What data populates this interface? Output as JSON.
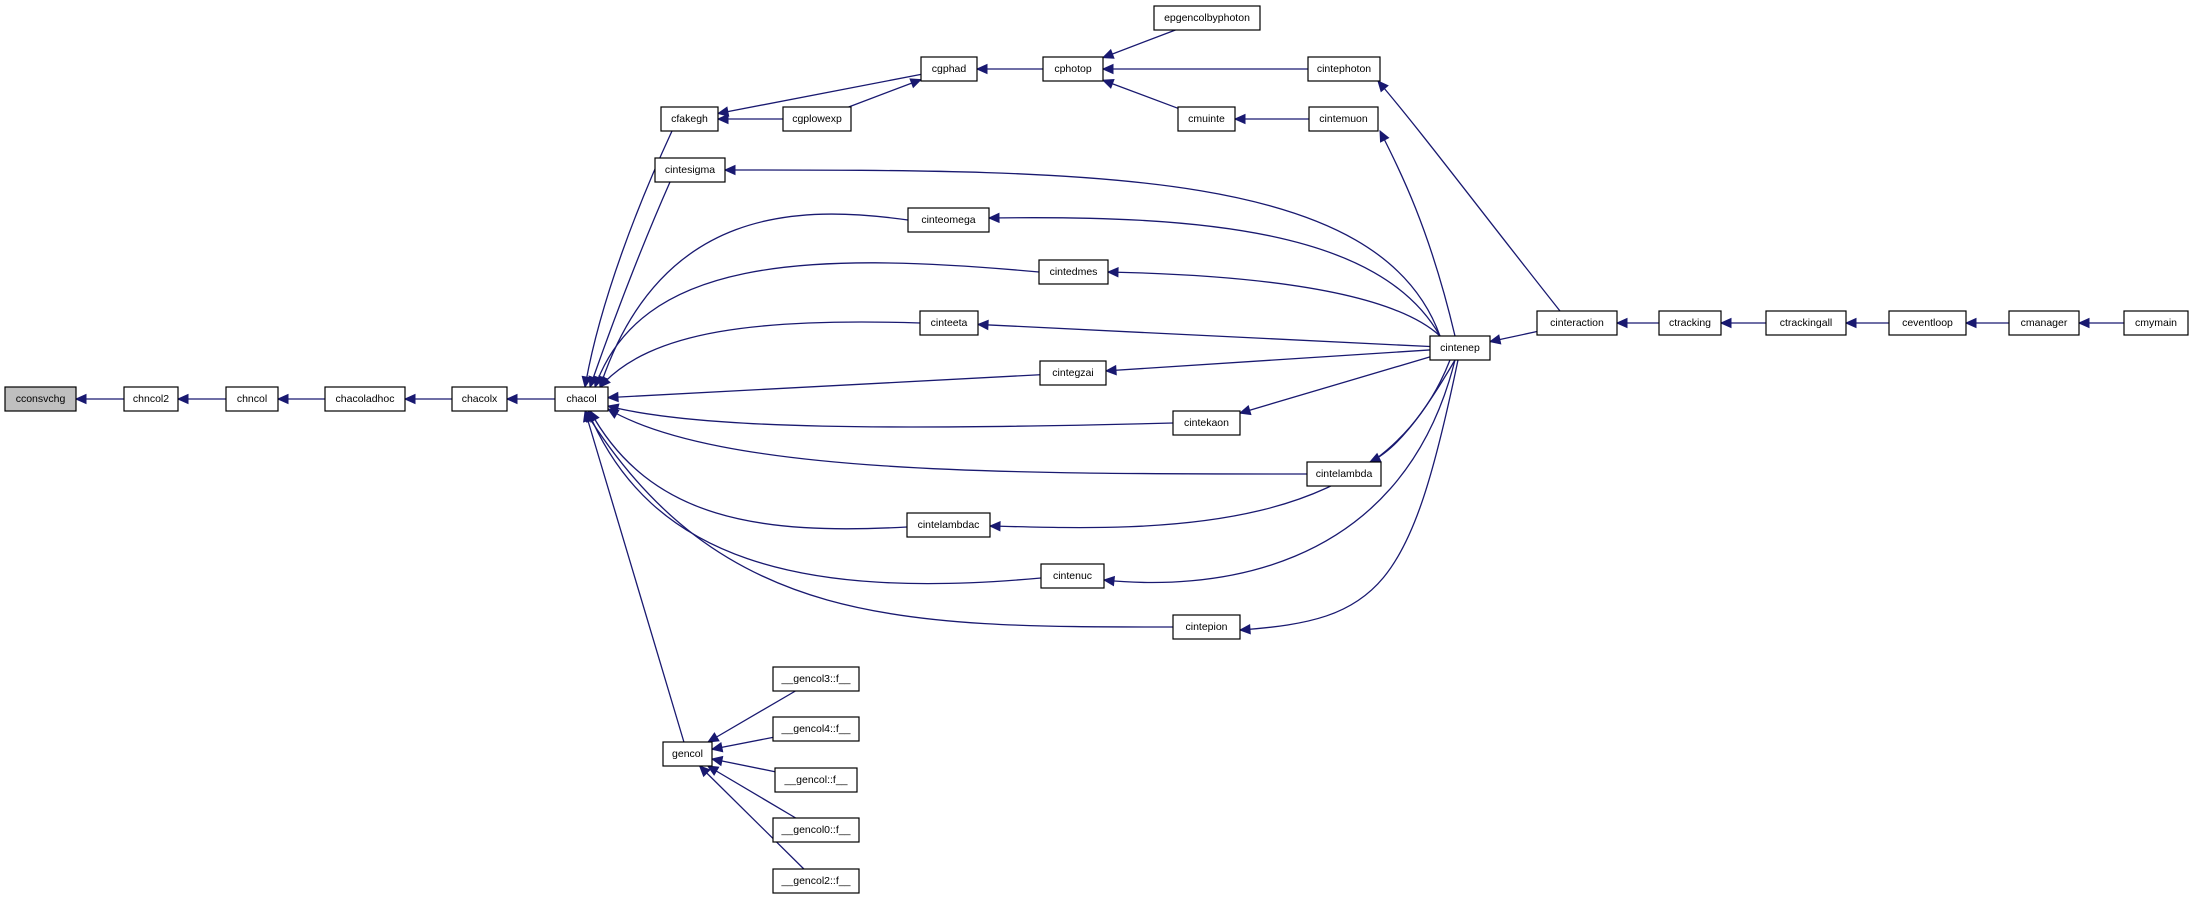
{
  "graph": {
    "colors": {
      "edge": "#191970",
      "root_fill": "#bfbfbf",
      "node_fill": "#ffffff",
      "node_border": "#000000"
    },
    "nodes": {
      "cconsvchg": {
        "label": "cconsvchg",
        "root": true
      },
      "chncol2": {
        "label": "chncol2"
      },
      "chncol": {
        "label": "chncol"
      },
      "chacoladhoc": {
        "label": "chacoladhoc"
      },
      "chacolx": {
        "label": "chacolx"
      },
      "chacol": {
        "label": "chacol"
      },
      "cfakegh": {
        "label": "cfakegh"
      },
      "cintesigma": {
        "label": "cintesigma"
      },
      "gencol": {
        "label": "gencol"
      },
      "cgphad": {
        "label": "cgphad"
      },
      "cgplowexp": {
        "label": "cgplowexp"
      },
      "cphotop": {
        "label": "cphotop"
      },
      "epgencolbyphoton": {
        "label": "epgencolbyphoton"
      },
      "cintephoton": {
        "label": "cintephoton"
      },
      "cmuinte": {
        "label": "cmuinte"
      },
      "cintemuon": {
        "label": "cintemuon"
      },
      "cinteomega": {
        "label": "cinteomega"
      },
      "cintedmes": {
        "label": "cintedmes"
      },
      "cinteeta": {
        "label": "cinteeta"
      },
      "cintegzai": {
        "label": "cintegzai"
      },
      "cintekaon": {
        "label": "cintekaon"
      },
      "cintelambda": {
        "label": "cintelambda"
      },
      "cintelambdac": {
        "label": "cintelambdac"
      },
      "cintenuc": {
        "label": "cintenuc"
      },
      "cintepion": {
        "label": "cintepion"
      },
      "cintenep": {
        "label": "cintenep"
      },
      "cinteraction": {
        "label": "cinteraction"
      },
      "ctracking": {
        "label": "ctracking"
      },
      "ctrackingall": {
        "label": "ctrackingall"
      },
      "ceventloop": {
        "label": "ceventloop"
      },
      "cmanager": {
        "label": "cmanager"
      },
      "cmymain": {
        "label": "cmymain"
      },
      "gencol3": {
        "label": "__gencol3::f__"
      },
      "gencol4": {
        "label": "__gencol4::f__"
      },
      "gencol_f": {
        "label": "__gencol::f__"
      },
      "gencol0": {
        "label": "__gencol0::f__"
      },
      "gencol2": {
        "label": "__gencol2::f__"
      }
    },
    "edges": [
      {
        "from": "chncol2",
        "to": "cconsvchg"
      },
      {
        "from": "chncol",
        "to": "chncol2"
      },
      {
        "from": "chacoladhoc",
        "to": "chncol"
      },
      {
        "from": "chacolx",
        "to": "chacoladhoc"
      },
      {
        "from": "chacol",
        "to": "chacolx"
      },
      {
        "from": "cfakegh",
        "to": "chacol"
      },
      {
        "from": "cintesigma",
        "to": "chacol"
      },
      {
        "from": "cinteomega",
        "to": "chacol"
      },
      {
        "from": "cintedmes",
        "to": "chacol"
      },
      {
        "from": "cinteeta",
        "to": "chacol"
      },
      {
        "from": "cintegzai",
        "to": "chacol"
      },
      {
        "from": "cintekaon",
        "to": "chacol"
      },
      {
        "from": "cintelambda",
        "to": "chacol"
      },
      {
        "from": "cintelambdac",
        "to": "chacol"
      },
      {
        "from": "cintenuc",
        "to": "chacol"
      },
      {
        "from": "cintepion",
        "to": "chacol"
      },
      {
        "from": "gencol",
        "to": "chacol"
      },
      {
        "from": "cgphad",
        "to": "cfakegh"
      },
      {
        "from": "cgplowexp",
        "to": "cfakegh"
      },
      {
        "from": "cgphad",
        "to": "cphotop",
        "reverse": true
      },
      {
        "from": "cgplowexp",
        "to": "cgphad"
      },
      {
        "from": "epgencolbyphoton",
        "to": "cphotop"
      },
      {
        "from": "cintephoton",
        "to": "cphotop"
      },
      {
        "from": "cmuinte",
        "to": "cphotop"
      },
      {
        "from": "cintemuon",
        "to": "cmuinte"
      },
      {
        "from": "cintenep",
        "to": "cintesigma"
      },
      {
        "from": "cintenep",
        "to": "cinteomega"
      },
      {
        "from": "cintenep",
        "to": "cintedmes"
      },
      {
        "from": "cintenep",
        "to": "cinteeta"
      },
      {
        "from": "cintenep",
        "to": "cintegzai"
      },
      {
        "from": "cintenep",
        "to": "cintekaon"
      },
      {
        "from": "cintenep",
        "to": "cintelambda"
      },
      {
        "from": "cintenep",
        "to": "cintelambdac"
      },
      {
        "from": "cintenep",
        "to": "cintenuc"
      },
      {
        "from": "cintenep",
        "to": "cintepion"
      },
      {
        "from": "cintenep",
        "to": "cintemuon"
      },
      {
        "from": "cinteraction",
        "to": "cintenep"
      },
      {
        "from": "cinteraction",
        "to": "cintephoton"
      },
      {
        "from": "ctracking",
        "to": "cinteraction"
      },
      {
        "from": "ctrackingall",
        "to": "ctracking"
      },
      {
        "from": "ceventloop",
        "to": "ctrackingall"
      },
      {
        "from": "cmanager",
        "to": "ceventloop"
      },
      {
        "from": "cmymain",
        "to": "cmanager"
      },
      {
        "from": "gencol3",
        "to": "gencol"
      },
      {
        "from": "gencol4",
        "to": "gencol"
      },
      {
        "from": "gencol_f",
        "to": "gencol"
      },
      {
        "from": "gencol0",
        "to": "gencol"
      },
      {
        "from": "gencol2",
        "to": "gencol"
      }
    ]
  }
}
